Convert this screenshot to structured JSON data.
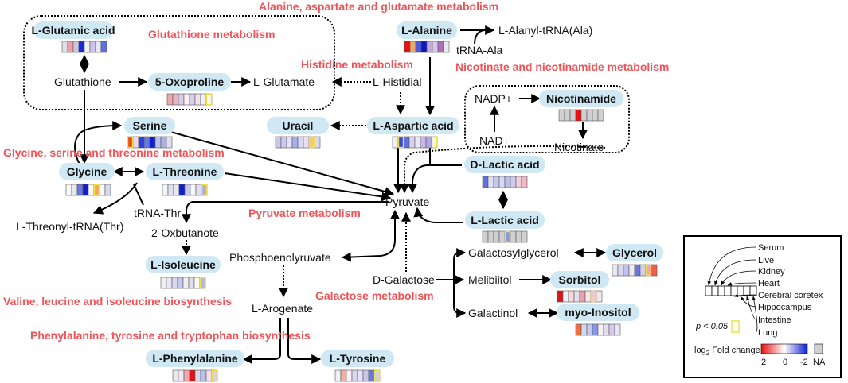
{
  "pathways": {
    "alanine": "Alanine, aspartate and glutamate metabolism",
    "glutathione": "Glutathione metabolism",
    "histidine": "Histidine metabolism",
    "nicotinate": "Nicotinate and nicotinamide metabolism",
    "glycine": "Glycine, serine and threonine metabolism",
    "pyruvate": "Pyruvate metabolism",
    "valine": "Valine, leucine and isoleucine biosynthesis",
    "galactose": "Galactose metabolism",
    "phenylalanine": "Phenylalanine, tyrosine and tryptophan biosynthesis"
  },
  "metabolites": {
    "glutamic": {
      "label": "L-Glutamic acid",
      "cells": [
        "#e0e0ea",
        "#f0a0a8",
        "#c8c8e6",
        "#1a2ad8",
        "#f0f0f4",
        "#d0c4ee",
        "#e8e4f8",
        "#6070e0"
      ]
    },
    "oxoproline": {
      "label": "5-Oxoproline",
      "cells": [
        "#f0a8b0",
        "#eab4c4",
        "#d8cce8",
        "#f8f0f4",
        "#d8d0ee",
        "#f0e4ec",
        "#f4eef4",
        "#fafafa"
      ]
    },
    "alanine": {
      "label": "L-Alanine",
      "cells": [
        "#e81010",
        "#f0a860",
        "#4858e0",
        "#0818c8",
        "#c8a8d8",
        "#d8c8ee",
        "#b070b8",
        "#e8e8f0"
      ]
    },
    "nicotinamide": {
      "label": "Nicotinamide",
      "cells": [
        "#d0d0d0",
        "#d0d0d0",
        "#d0d0d0",
        "#e81010",
        "#d0d0d0",
        "#d0d0d0",
        "#d0d0d0",
        "#d0d0d0"
      ]
    },
    "serine": {
      "label": "Serine",
      "cells": [
        "#f04818",
        "#e8d8ee",
        "#3040d8",
        "#6878e0",
        "#1020d0",
        "#b8c0ec",
        "#a8b0e8",
        "#e0e0f0"
      ]
    },
    "uracil": {
      "label": "Uracil",
      "cells": [
        "#c8c8ec",
        "#d0c8ee",
        "#e8e0f4",
        "#a8b0e8",
        "#d8d8f0",
        "#e8e0f4",
        "#f8c880",
        "#dcd8f0"
      ]
    },
    "aspartic": {
      "label": "L-Aspartic acid",
      "cells": [
        "#f0f0f4",
        "#3848d8",
        "#6070e0",
        "#d8d0ee",
        "#e8e8f4",
        "#c8b8e8",
        "#b0a8e4",
        "#f4f4f8"
      ]
    },
    "glycine": {
      "label": "Glycine",
      "cells": [
        "#f8f8fa",
        "#e8e8f0",
        "#6878e0",
        "#1020d0",
        "#f8f8fa",
        "#f0a860",
        "#f8f8fa",
        "#d8d8ee"
      ]
    },
    "threonine": {
      "label": "L-Threonine",
      "cells": [
        "#f4f4f8",
        "#e0e0ee",
        "#e8e8f0",
        "#1020d0",
        "#c8c8ec",
        "#f8f8fa",
        "#e0e0f0",
        "#a8b0e8"
      ]
    },
    "dlactic": {
      "label": "D-Lactic acid",
      "cells": [
        "#6070e0",
        "#e0e0f0",
        "#c8c8ec",
        "#d8d8f0",
        "#b8c0ec",
        "#d0c8ee",
        "#f0d0dc",
        "#f4b8c4"
      ]
    },
    "llactic": {
      "label": "L-Lactic acid",
      "cells": [
        "#d0d0d0",
        "#d0d0d0",
        "#d0d0d0",
        "#d0d0d0",
        "#8898e8",
        "#d0d0d0",
        "#d0d0d0",
        "#d0d0d0"
      ]
    },
    "isoleucine": {
      "label": "L-Isoleucine",
      "cells": [
        "#f0f0f4",
        "#e8e8f0",
        "#d8d8ee",
        "#c8c8ec",
        "#f0f0f4",
        "#e0e0ee",
        "#f8f8fa",
        "#b0b8e8"
      ]
    },
    "glycerol": {
      "label": "Glycerol",
      "cells": [
        "#e8e8f0",
        "#d8d8ee",
        "#c0c4ec",
        "#f0e8f0",
        "#6878e0",
        "#d0d0ee",
        "#f0a8b0",
        "#f06040"
      ]
    },
    "sorbitol": {
      "label": "Sorbitol",
      "cells": [
        "#d81818",
        "#f0f0f4",
        "#f8d8dc",
        "#e0e0ee",
        "#f0a0a8",
        "#f8e8ec",
        "#f0c8d0",
        "#f0e8f0"
      ]
    },
    "inositol": {
      "label": "myo-Inositol",
      "cells": [
        "#f07040",
        "#d0d8f0",
        "#c8c8ec",
        "#8898e8",
        "#f8f0f4",
        "#e0e0f0",
        "#d8c8ee",
        "#e8e8f0"
      ]
    },
    "phenylalanine": {
      "label": "L-Phenylalanine",
      "cells": [
        "#e8e8f0",
        "#f0e8f0",
        "#f0a8b0",
        "#e81010",
        "#d8d8ee",
        "#b8c0ec",
        "#f0e0ec",
        "#d8d0ee"
      ]
    },
    "tyrosine": {
      "label": "L-Tyrosine",
      "cells": [
        "#f0f0f4",
        "#f0b0a0",
        "#f8f0f4",
        "#d8d8ee",
        "#e8e0f4",
        "#c8c8ec",
        "#6878e0",
        "#d0d0ee"
      ]
    }
  },
  "nodes": {
    "glutathione": "Glutathione",
    "lglutamate": "L-Glutamate",
    "lhistidial": "L-Histidial",
    "alanyltrna": "L-Alanyl-tRNA(Ala)",
    "trnaala": "tRNA-Ala",
    "nadpplus": "NADP+",
    "nadplus": "NAD+",
    "nicotinate": "Nicotinate",
    "pyruvate": "Pyruvate",
    "trnathr": "tRNA-Thr",
    "threonyltrna": "L-Threonyl-tRNA(Thr)",
    "oxobutanote": "2-Oxbutanote",
    "phosphoenolpyruvate": "Phosphoenolyruvate",
    "dgalactose": "D-Galactose",
    "galactosylglycerol": "Galactosylglycerol",
    "melibiitol": "Melibiitol",
    "galactinol": "Galactinol",
    "larogenate": "L-Arogenate"
  },
  "legend": {
    "tissues": [
      "Serum",
      "Live",
      "Kidney",
      "Heart",
      "Cerebral coretex",
      "Hippocampus",
      "Intestine",
      "Lung"
    ],
    "pvalue": "p < 0.05",
    "fold_label": "log",
    "fold_sub": "2",
    "fold_rest": " Fold change",
    "tick_high": "2",
    "tick_mid": "0",
    "tick_low": "-2",
    "na": "NA",
    "highlight_color": "#f0e040"
  }
}
